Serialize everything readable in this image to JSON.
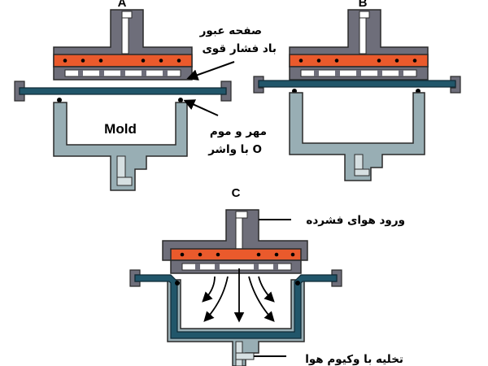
{
  "panels": {
    "a": {
      "letter": "A",
      "mold_label": "Mold"
    },
    "b": {
      "letter": "B"
    },
    "c": {
      "letter": "C"
    }
  },
  "labels": {
    "high_pressure_plate_line1": "صفحه عبور",
    "high_pressure_plate_line2": "باد فشار قوی",
    "seal_line1": "مهر و موم",
    "seal_line2": "با واشر O",
    "compressed_air_inlet": "ورود هوای فشرده",
    "vacuum_exhaust": "تخلیه با وکیوم هوا"
  },
  "colors": {
    "upper_plate": "#6e6e7a",
    "upper_plate_light": "#cfd0d6",
    "heater": "#ea5a2c",
    "sheet": "#21566a",
    "mold": "#98aeb4",
    "mold_light": "#d6e0e2",
    "outline": "#2a2a2a"
  }
}
